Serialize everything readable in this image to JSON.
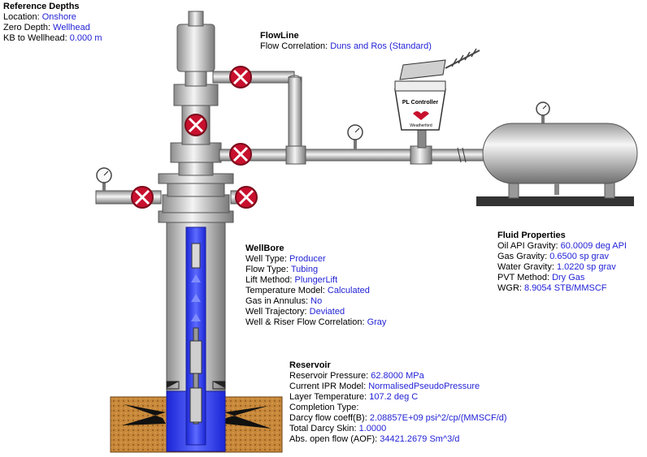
{
  "reference_depths": {
    "title": "Reference Depths",
    "rows": [
      {
        "label": "Location:",
        "value": "Onshore"
      },
      {
        "label": "Zero Depth:",
        "value": "Wellhead"
      },
      {
        "label": "KB to Wellhead:",
        "value": "0.000 m"
      }
    ]
  },
  "flowline": {
    "title": "FlowLine",
    "rows": [
      {
        "label": "Flow Correlation:",
        "value": "Duns and Ros (Standard)"
      }
    ]
  },
  "controller": {
    "label": "PL Controller",
    "brand": "Weatherford"
  },
  "wellbore": {
    "title": "WellBore",
    "rows": [
      {
        "label": "Well Type:",
        "value": "Producer"
      },
      {
        "label": "Flow Type:",
        "value": "Tubing"
      },
      {
        "label": "Lift Method:",
        "value": "PlungerLift"
      },
      {
        "label": "Temperature Model:",
        "value": "Calculated"
      },
      {
        "label": "Gas in Annulus:",
        "value": "No"
      },
      {
        "label": "Well Trajectory:",
        "value": "Deviated"
      },
      {
        "label": "Well & Riser Flow Correlation:",
        "value": "Gray"
      }
    ]
  },
  "fluid_properties": {
    "title": "Fluid Properties",
    "rows": [
      {
        "label": "Oil API Gravity:",
        "value": "60.0009 deg API"
      },
      {
        "label": "Gas Gravity:",
        "value": "0.6500 sp grav"
      },
      {
        "label": "Water Gravity:",
        "value": "1.0220 sp grav"
      },
      {
        "label": "PVT Method:",
        "value": "Dry Gas"
      },
      {
        "label": "WGR:",
        "value": "8.9054 STB/MMSCF"
      }
    ]
  },
  "reservoir": {
    "title": "Reservoir",
    "rows": [
      {
        "label": "Reservoir Pressure:",
        "value": "62.8000 MPa"
      },
      {
        "label": "Current IPR Model:",
        "value": "NormalisedPseudoPressure"
      },
      {
        "label": "Layer Temperature:",
        "value": "107.2 deg C"
      },
      {
        "label": "Completion Type:",
        "value": ""
      },
      {
        "label": "Darcy flow coeff(B):",
        "value": "2.08857E+09 psi^2/cp/(MMSCF/d)"
      },
      {
        "label": "Total Darcy Skin:",
        "value": "1.0000"
      },
      {
        "label": "Abs. open flow (AOF):",
        "value": "34421.2679 Sm^3/d"
      }
    ]
  },
  "colors": {
    "value_text": "#1f1fd6",
    "valve_red": "#c8102e",
    "tubing_blue": "#2f3cf5",
    "formation": "#c8883a"
  }
}
